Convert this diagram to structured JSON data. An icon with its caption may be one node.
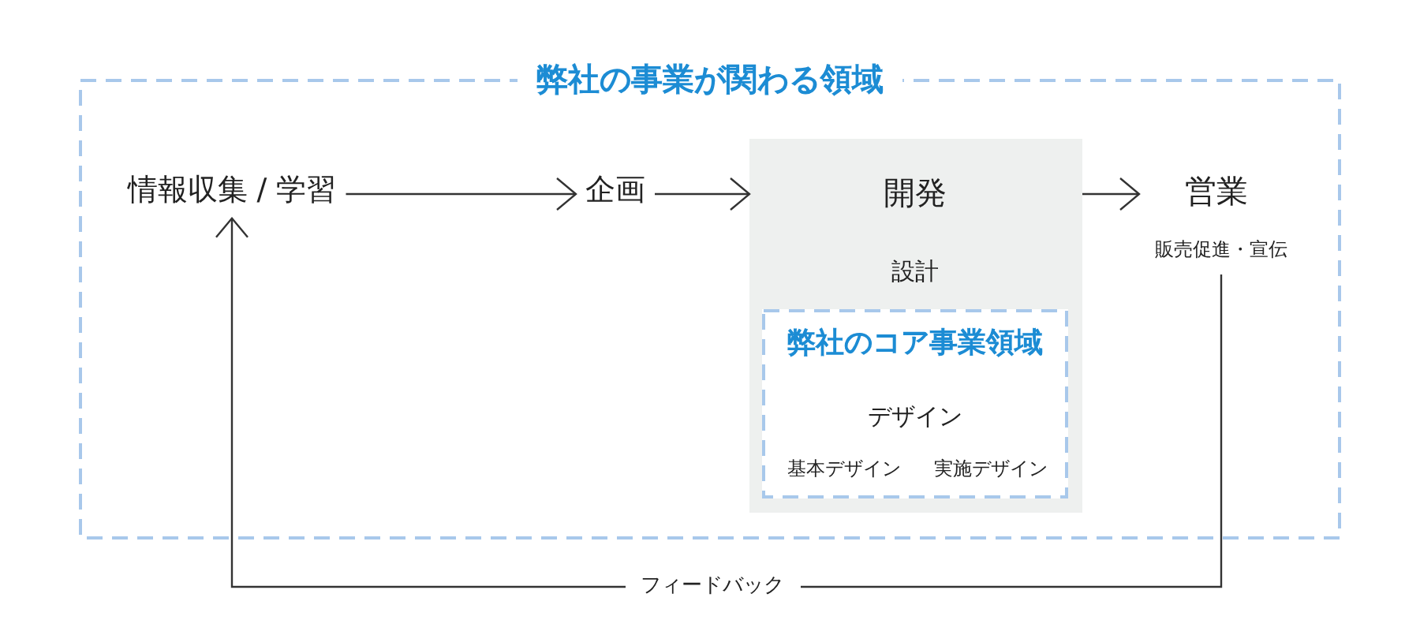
{
  "diagram": {
    "nodes": [
      {
        "text": [
          "弊社の事業が関わる領域"
        ]
      },
      {
        "text": [
          "情報収集 / 学習"
        ],
        "in": 0
      },
      {
        "text": [
          "企画"
        ],
        "in": 0
      },
      {
        "text": [
          "開発",
          "設計"
        ],
        "in": 0
      },
      {
        "text": [
          "弊社のコア事業領域",
          "デザイン",
          "基本デザイン",
          "実施デザイン"
        ],
        "in": 3
      },
      {
        "text": [
          "営業",
          "販売促進・宣伝"
        ],
        "in": 0
      }
    ],
    "edges": [
      {
        "from": 1,
        "to": 2,
        "arrow": "to"
      },
      {
        "from": 2,
        "to": 3,
        "arrow": "to"
      },
      {
        "from": 3,
        "to": 5,
        "arrow": "to"
      },
      {
        "from": 5,
        "to": 1,
        "arrow": "to",
        "label": "フィードバック"
      }
    ]
  }
}
